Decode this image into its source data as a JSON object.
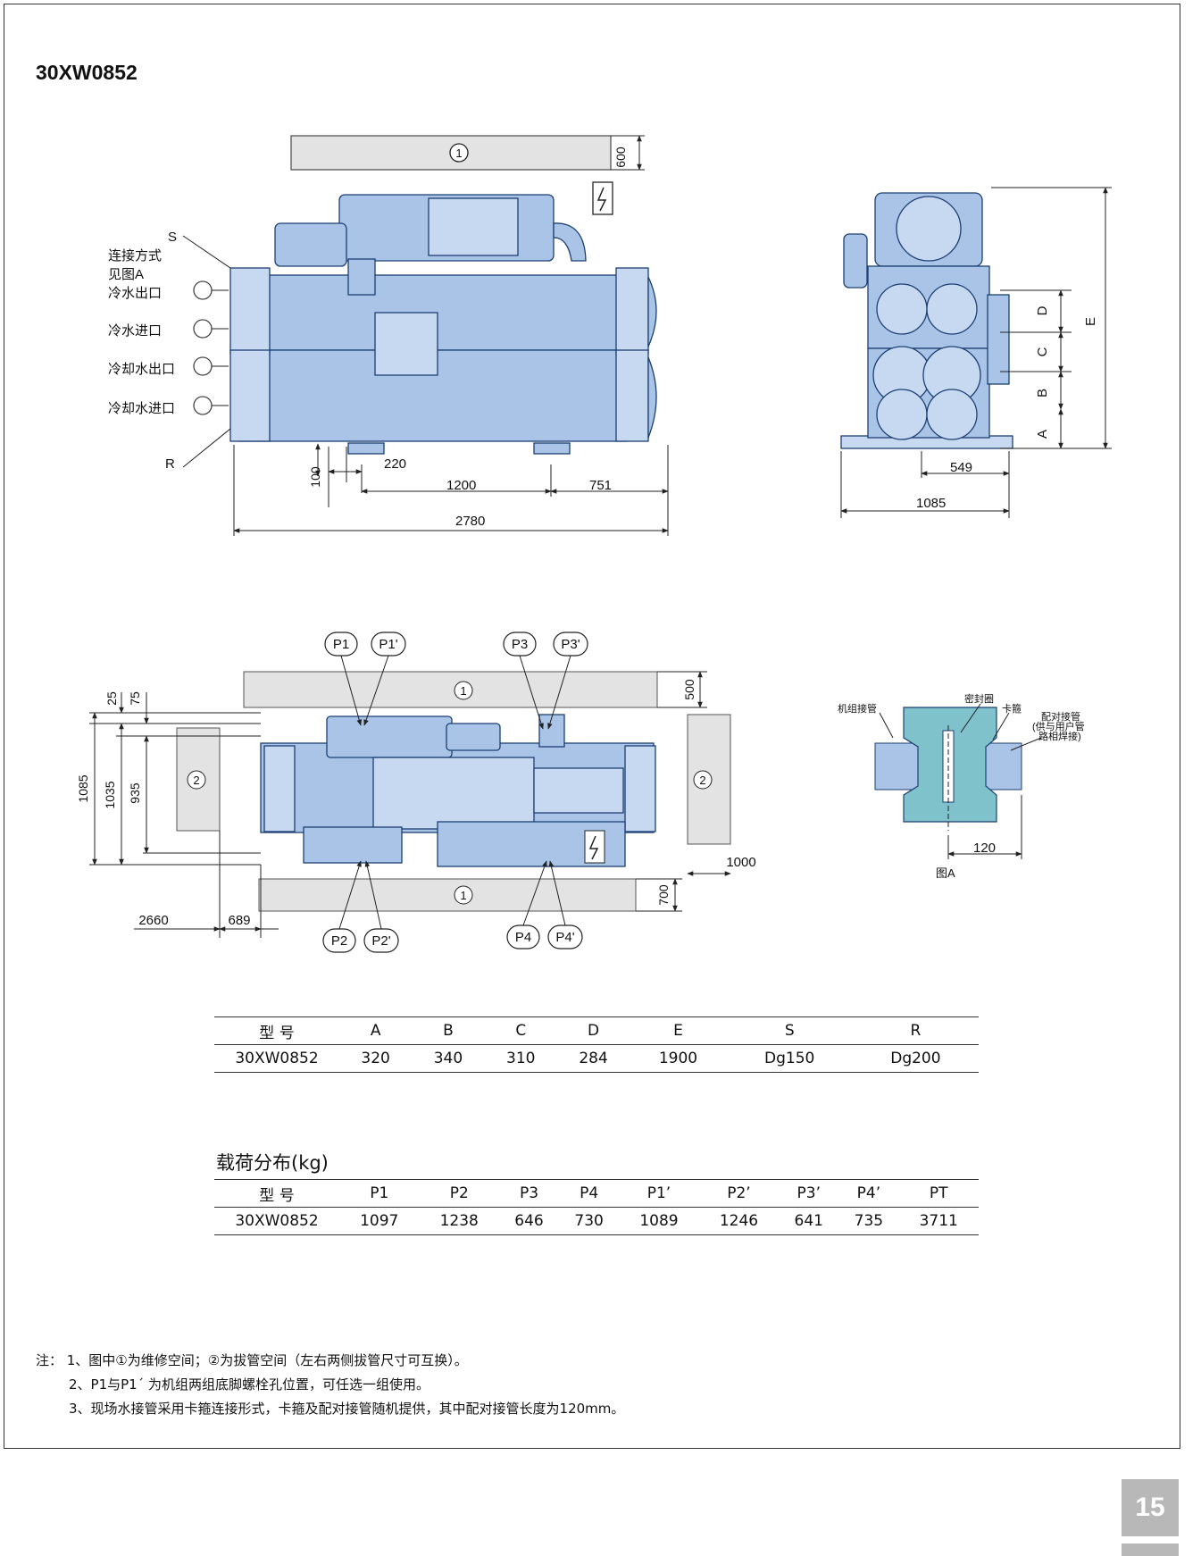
{
  "title": "30XW0852",
  "side_view": {
    "labels": {
      "s": "S",
      "conn": "连接方式",
      "see": "见图A",
      "chw_out": "冷水出口",
      "chw_in": "冷水进口",
      "cw_out": "冷却水出口",
      "cw_in": "冷却水进口",
      "r": "R"
    },
    "service_marker": "1",
    "dims": {
      "top_clear": "600",
      "foot_h": "100",
      "foot_w": "220",
      "span1": "1200",
      "span2": "751",
      "length": "2780"
    }
  },
  "end_view": {
    "letters": {
      "d": "D",
      "c": "C",
      "b": "B",
      "a": "A",
      "e": "E"
    },
    "dims": {
      "half": "549",
      "width": "1085"
    }
  },
  "plan_view": {
    "points": [
      "P1",
      "P1'",
      "P3",
      "P3'",
      "P2",
      "P2'",
      "P4",
      "P4'"
    ],
    "markers": {
      "service": "1",
      "tube": "2"
    },
    "dims": {
      "top_clear": "500",
      "bottom_clear": "700",
      "right_clear": "1000",
      "d25": "25",
      "d75": "75",
      "d1085": "1085",
      "d1035": "1035",
      "d935": "935",
      "d2660": "2660",
      "d689": "689"
    }
  },
  "detail_a": {
    "labels": {
      "unit_pipe": "机组接管",
      "seal": "密封圈",
      "clamp": "卡箍",
      "mate_pipe_1": "配对接管",
      "mate_pipe_2": "(供与用户管",
      "mate_pipe_3": "路相焊接)"
    },
    "dim": "120",
    "caption": "图A"
  },
  "dimension_table": {
    "headers": [
      "型 号",
      "A",
      "B",
      "C",
      "D",
      "E",
      "S",
      "R"
    ],
    "row": [
      "30XW0852",
      "320",
      "340",
      "310",
      "284",
      "1900",
      "Dg150",
      "Dg200"
    ]
  },
  "load_table": {
    "title": "载荷分布(kg)",
    "headers": [
      "型 号",
      "P1",
      "P2",
      "P3",
      "P4",
      "P1’",
      "P2’",
      "P3’",
      "P4’",
      "PT"
    ],
    "row": [
      "30XW0852",
      "1097",
      "1238",
      "646",
      "730",
      "1089",
      "1246",
      "641",
      "735",
      "3711"
    ]
  },
  "notes": [
    "注： 1、图中①为维修空间；②为拔管空间（左右两侧拔管尺寸可互换）。",
    "2、P1与P1´ 为机组两组底脚螺栓孔位置，可任选一组使用。",
    "3、现场水接管采用卡箍连接形式，卡箍及配对接管随机提供，其中配对接管长度为120mm。"
  ],
  "page_number": "15",
  "colors": {
    "unit_fill": "#a9c4e6",
    "unit_stroke": "#1c3f73",
    "clearance_fill": "#e3e3e3",
    "detail_fill": "#7fc2cc"
  }
}
